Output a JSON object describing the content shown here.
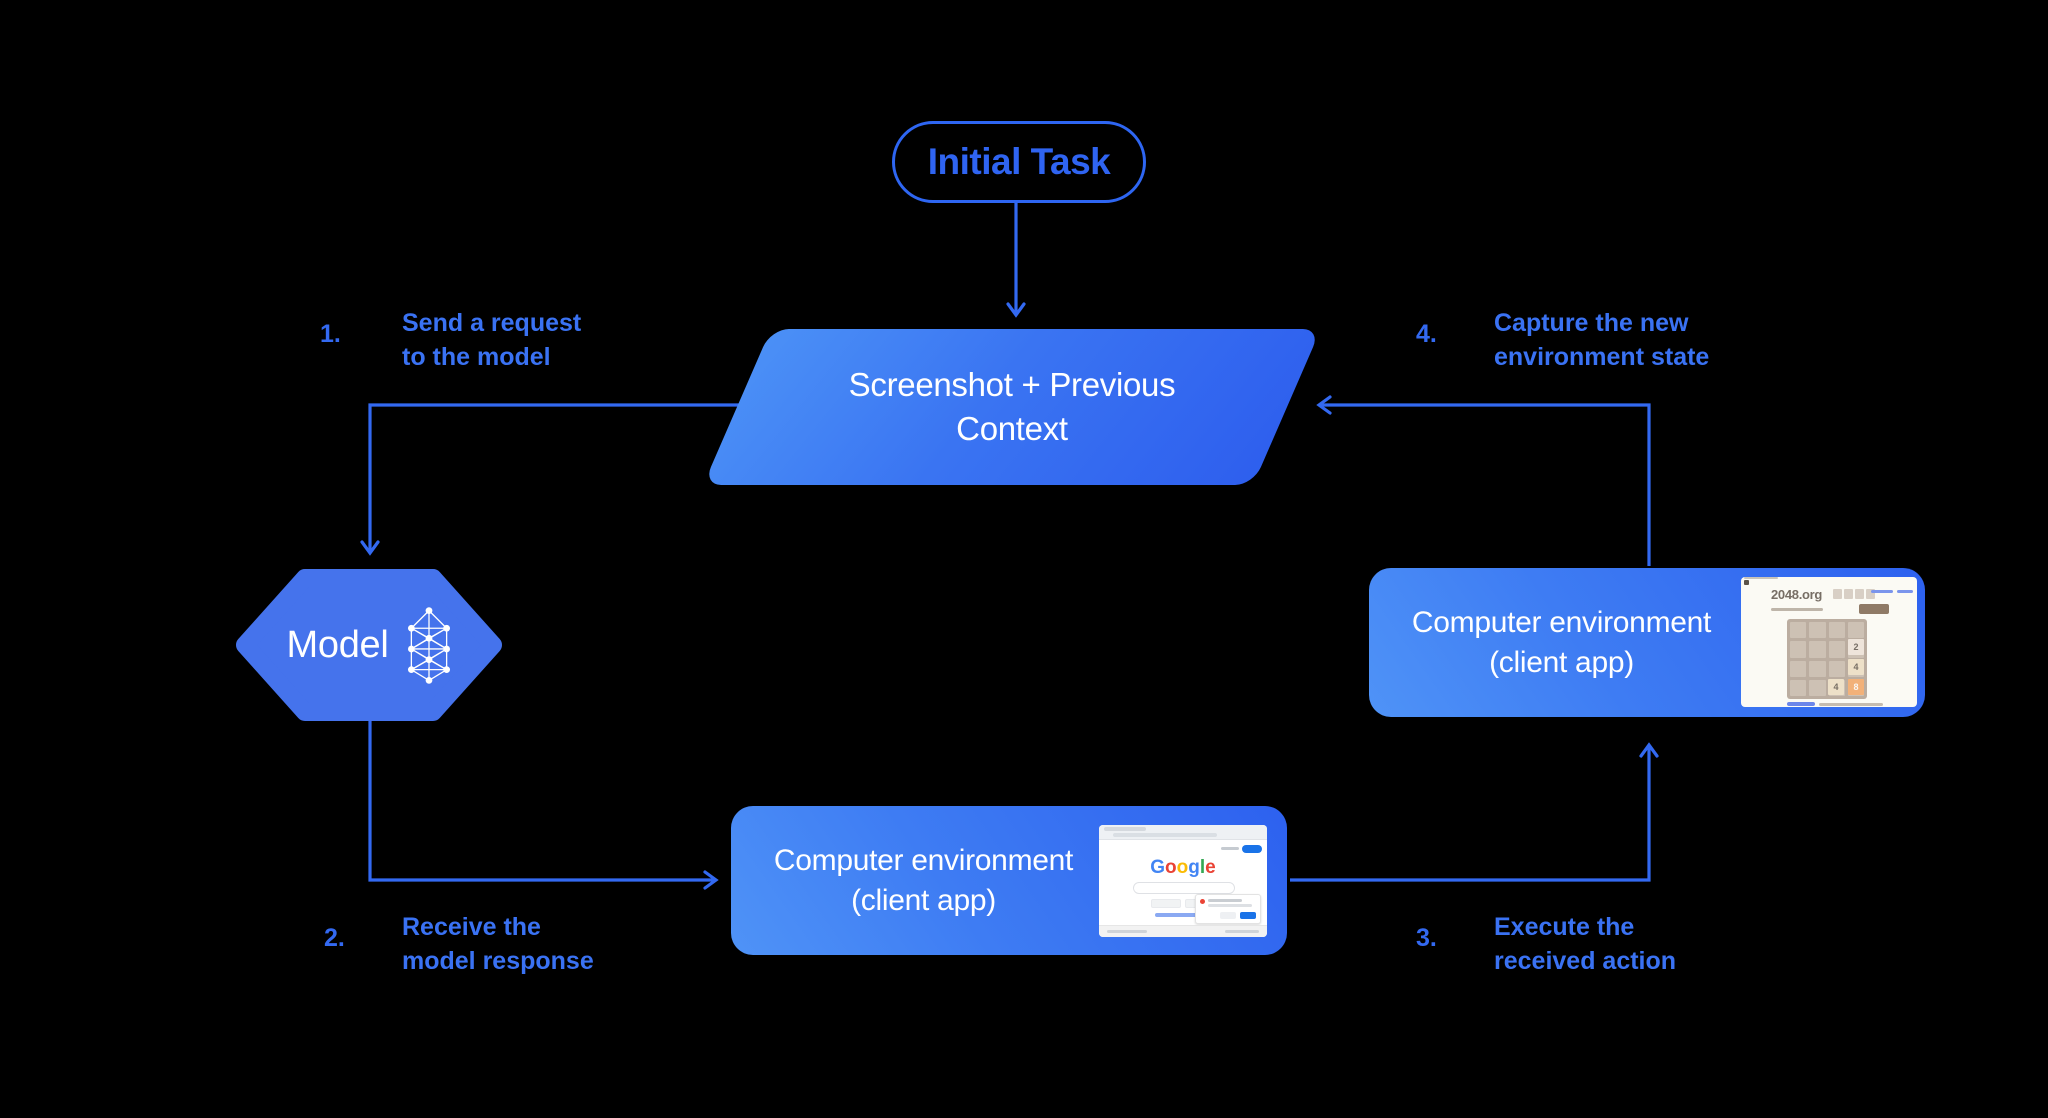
{
  "colors": {
    "background": "#000000",
    "accent_blue": "#3369f1",
    "label_blue": "#3a72f3",
    "node_fill_blue": "#4573ec",
    "gradient_light": "#4f93f7",
    "gradient_dark": "#2d5ff0",
    "text_white": "#ffffff"
  },
  "nodes": {
    "initial_task": {
      "label": "Initial Task"
    },
    "screenshot_context": {
      "line1": "Screenshot + Previous",
      "line2": "Context"
    },
    "model": {
      "label": "Model"
    },
    "env_client_bottom": {
      "line1": "Computer environment",
      "line2": "(client app)"
    },
    "env_client_right": {
      "line1": "Computer environment",
      "line2": "(client app)"
    }
  },
  "steps": [
    {
      "num": "1.",
      "line1": "Send a request",
      "line2": "to the model"
    },
    {
      "num": "2.",
      "line1": "Receive the",
      "line2": "model response"
    },
    {
      "num": "3.",
      "line1": "Execute the",
      "line2": "received action"
    },
    {
      "num": "4.",
      "line1": "Capture the new",
      "line2": "environment state"
    }
  ],
  "thumbnails": {
    "google_search": {
      "logo_letters": [
        "G",
        "o",
        "o",
        "g",
        "l",
        "e"
      ],
      "logo_colors": [
        "#4285f4",
        "#ea4335",
        "#fbbc05",
        "#4285f4",
        "#34a853",
        "#ea4335"
      ]
    },
    "game_2048": {
      "site": "2048.org",
      "tiles": [
        {
          "value": "2",
          "bg": "#eee4da",
          "fg": "#776e65"
        },
        {
          "value": "4",
          "bg": "#ede0c8",
          "fg": "#776e65"
        },
        {
          "value": "4",
          "bg": "#ede0c8",
          "fg": "#776e65"
        },
        {
          "value": "8",
          "bg": "#f2b179",
          "fg": "#f9f6f2"
        }
      ]
    }
  }
}
